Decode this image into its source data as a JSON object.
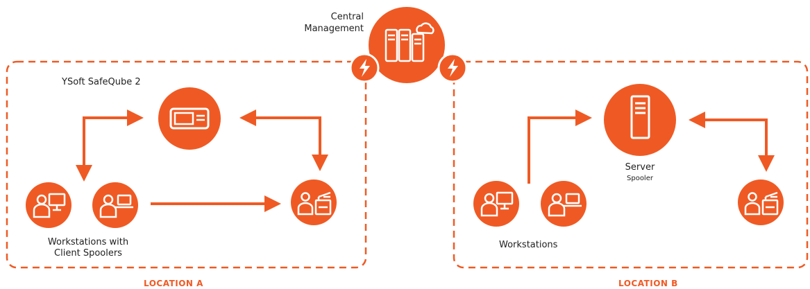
{
  "colors": {
    "accent": "#ef5a24",
    "text": "#1f1f1f",
    "background": "#ffffff"
  },
  "labels": {
    "central_management_line1": "Central",
    "central_management_line2": "Management",
    "safequbc": "YSoft SafeQube 2",
    "workstations_a_line1": "Workstations with",
    "workstations_a_line2": "Client Spoolers",
    "server": "Server",
    "spooler": "Spooler",
    "workstations_b": "Workstations",
    "location_a": "LOCATION A",
    "location_b": "LOCATION B"
  },
  "icons": {
    "central": "server-cloud-icon",
    "link": "lightning-icon",
    "safequbc": "appliance-icon",
    "workstation_desktop": "user-desktop-icon",
    "workstation_laptop": "user-laptop-icon",
    "printer_user": "user-printer-icon",
    "server": "server-tower-icon"
  }
}
